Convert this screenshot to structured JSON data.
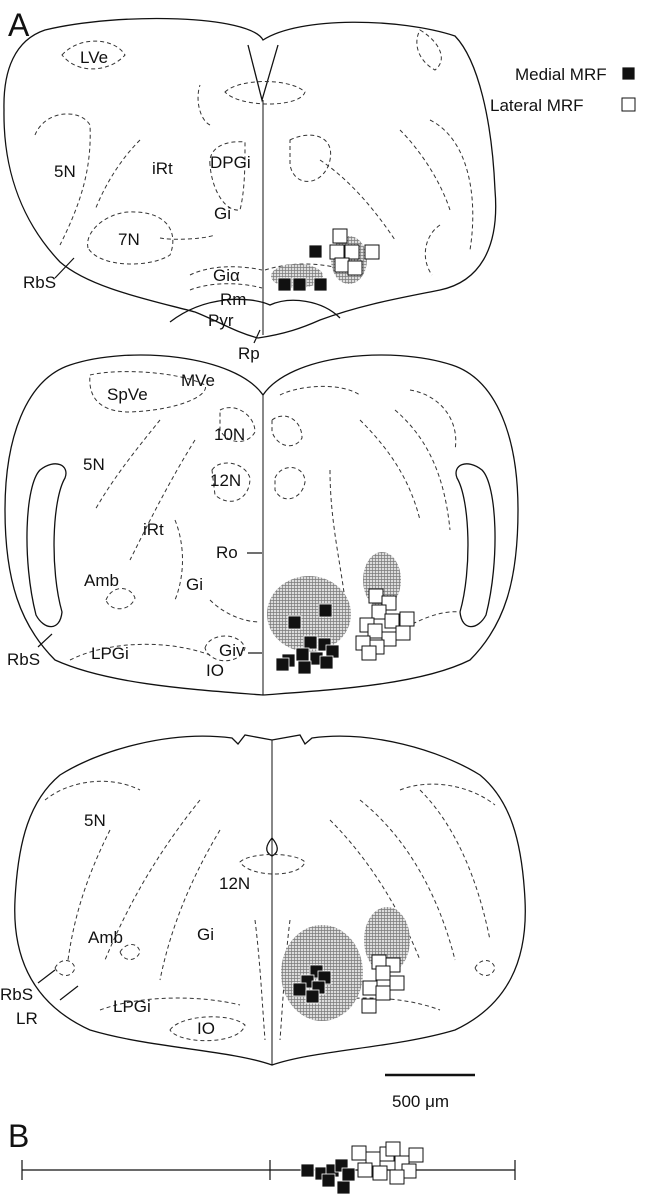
{
  "panels": {
    "a": "A",
    "b": "B"
  },
  "legend": {
    "medial": {
      "label": "Medial MRF",
      "fill": "#111111"
    },
    "lateral": {
      "label": "Lateral MRF",
      "fill": "#ffffff"
    }
  },
  "sections": {
    "top": {
      "labels": {
        "lve": "LVe",
        "n5": "5N",
        "irt": "iRt",
        "dpgi": "DPGi",
        "gi": "Gi",
        "n7": "7N",
        "gia": "Giα",
        "rbs": "RbS",
        "rm": "Rm",
        "pyr": "Pyr",
        "rp": "Rp"
      }
    },
    "middle": {
      "labels": {
        "spve": "SpVe",
        "mve": "MVe",
        "n10": "10N",
        "n5": "5N",
        "n12": "12N",
        "irt": "iRt",
        "ro": "Ro",
        "amb": "Amb",
        "gi": "Gi",
        "giv": "Giv",
        "rbs": "RbS",
        "lpgi": "LPGi",
        "io": "IO"
      }
    },
    "bottom": {
      "labels": {
        "n5": "5N",
        "n12": "12N",
        "amb": "Amb",
        "gi": "Gi",
        "rbs": "RbS",
        "lr": "LR",
        "lpgi": "LPGi",
        "io": "IO"
      }
    }
  },
  "scale_bar": {
    "label": "500 μm"
  },
  "colors": {
    "ink": "#111111",
    "hatch": "#888888",
    "background": "#ffffff"
  }
}
